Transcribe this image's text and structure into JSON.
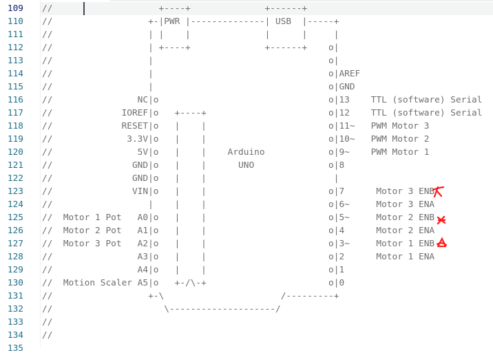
{
  "editor": {
    "active_line": 109,
    "lines": [
      {
        "n": "109",
        "text": "//                    +----+              +------+"
      },
      {
        "n": "110",
        "text": "//                  +-|PWR |--------------| USB  |-----+"
      },
      {
        "n": "111",
        "text": "//                  | |    |              |      |     |"
      },
      {
        "n": "112",
        "text": "//                  | +----+              +------+    o|"
      },
      {
        "n": "113",
        "text": "//                  |                                 o|"
      },
      {
        "n": "114",
        "text": "//                  |                                 o|AREF"
      },
      {
        "n": "115",
        "text": "//                  |                                 o|GND"
      },
      {
        "n": "116",
        "text": "//                NC|o                                o|13    TTL (software) Serial"
      },
      {
        "n": "117",
        "text": "//             IOREF|o   +----+                       o|12    TTL (software) Serial"
      },
      {
        "n": "118",
        "text": "//             RESET|o   |    |                       o|11~   PWM Motor 3"
      },
      {
        "n": "119",
        "text": "//              3.3V|o   |    |                       o|10~   PWM Motor 2"
      },
      {
        "n": "120",
        "text": "//                5V|o   |    |    Arduino            o|9~    PWM Motor 1"
      },
      {
        "n": "121",
        "text": "//               GND|o   |    |      UNO              o|8"
      },
      {
        "n": "122",
        "text": "//               GND|o   |    |                        |"
      },
      {
        "n": "123",
        "text": "//               VIN|o   |    |                       o|7      Motor 3 ENB"
      },
      {
        "n": "124",
        "text": "//                  |    |    |                       o|6~     Motor 3 ENA"
      },
      {
        "n": "125",
        "text": "//  Motor 1 Pot   A0|o   |    |                       o|5~     Motor 2 ENB"
      },
      {
        "n": "126",
        "text": "//  Motor 2 Pot   A1|o   |    |                       o|4      Motor 2 ENA"
      },
      {
        "n": "127",
        "text": "//  Motor 3 Pot   A2|o   |    |                       o|3~     Motor 1 ENB"
      },
      {
        "n": "128",
        "text": "//                A3|o   |    |                       o|2      Motor 1 ENA"
      },
      {
        "n": "129",
        "text": "//                A4|o   |    |                       o|1"
      },
      {
        "n": "130",
        "text": "//  Motion Scaler A5|o   +-/\\-+                       o|0"
      },
      {
        "n": "131",
        "text": "//                  +-\\                      /---------+"
      },
      {
        "n": "132",
        "text": "//                     \\--------------------/"
      },
      {
        "n": "133",
        "text": "//"
      },
      {
        "n": "134",
        "text": "//"
      },
      {
        "n": "135",
        "text": ""
      }
    ]
  },
  "colors": {
    "comment": "#9a9a9a",
    "pipe": "#e0a57e",
    "line_number": "#237893",
    "annotation": "#ff1a1a"
  }
}
